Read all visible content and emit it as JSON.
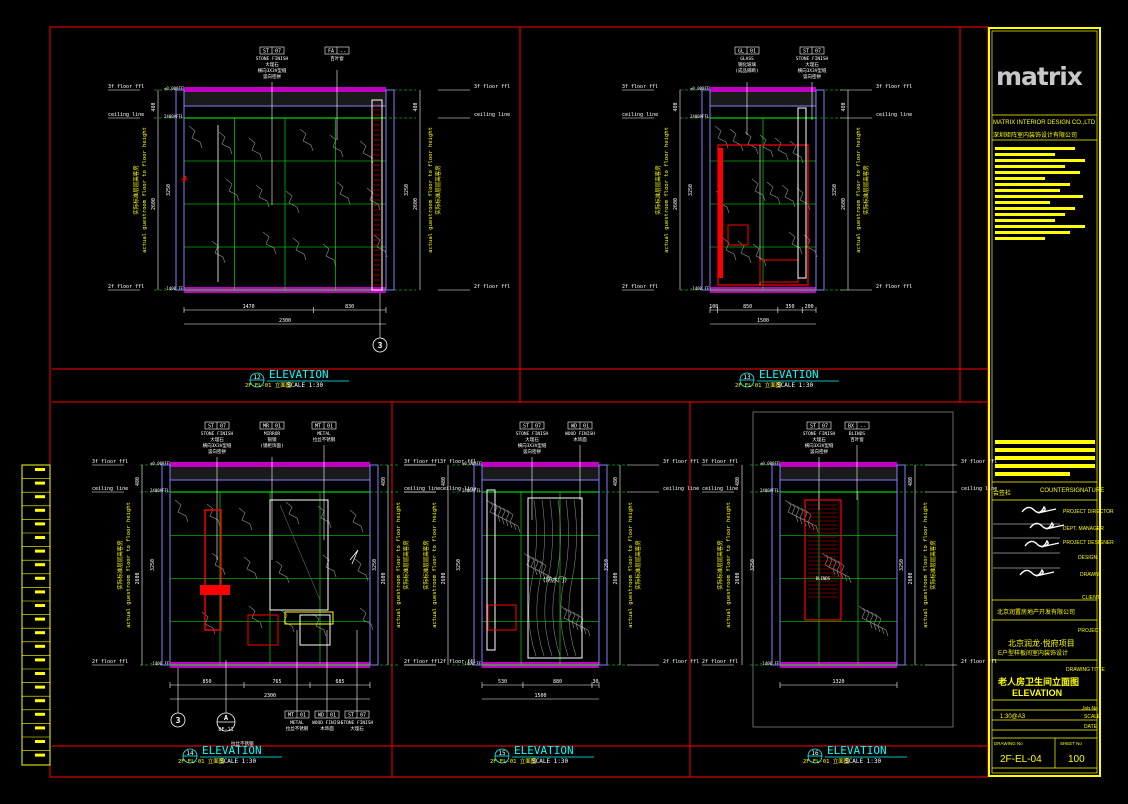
{
  "colors": {
    "bg": "#000000",
    "frame": "#ff0000",
    "wall": "#8080ff",
    "slab": "#c000c0",
    "tile": "#00ff00",
    "text": "#ffff00",
    "marble": "#808080",
    "white": "#ffffff",
    "cyan": "#00ffff"
  },
  "titleblock": {
    "logo": "matrix",
    "company_en": "MATRIX INTERIOR DESIGN CO.,LTD",
    "company_cn": "深圳矩阵室内装饰设计有限公司",
    "countersignature_cn": "会签栏",
    "countersignature": "COUNTERSIGNATURE",
    "roles": [
      "PROJECT DIRECTOR",
      "DEPT. MANAGER",
      "PROJECT DESIGNER",
      "DESIGN",
      "DRAWN"
    ],
    "client_label": "CLIENT",
    "client": "北京润置房地产开发有限公司",
    "project_label": "PROJECT",
    "project_1": "北京润龙·悦府项目",
    "project_2": "E户型样板间室内装饰设计",
    "drawing_title_label": "DRAWING TITLE",
    "drawing_title_cn": "老人房卫生间立面图",
    "drawing_title_en": "ELEVATION",
    "job_no_label": "Job No",
    "scale_value": "1:30@A3",
    "scale_label": "SCALE",
    "date_label": "DATE",
    "drawing_no_label": "DRAWING No",
    "sheet_no_label": "SHEET No",
    "drawing_no": "2F-EL-04",
    "sheet_no": "100"
  },
  "common": {
    "floor_3": "3f floor ffl",
    "ceiling": "ceiling line",
    "floor_2": "2f floor ffl",
    "ffl_label": "2400AFFL",
    "ffl_bottom": "-1400 FFL",
    "height_en": "actual guestroom floor to floor height",
    "height_cn": "实际标准层层高客房",
    "dim_top": "480",
    "dim_mid": "2600",
    "dim_total": "3250"
  },
  "views": [
    {
      "num": "12",
      "title": "ELEVATION",
      "ref": "2F-EL-01 立面图",
      "scale": "SCALE 1:30",
      "tags": [
        {
          "code": "ST|07",
          "l1": "STONE FINISH",
          "l2": "大理石",
          "l3": "横向3X3V型缝",
          "l4": "竖向密拼"
        },
        {
          "code": "FA|--",
          "l1": "百叶窗",
          "l2": "",
          "l3": "",
          "l4": ""
        }
      ],
      "dims": [
        "1470",
        "830"
      ],
      "total": "2300",
      "marker": "3"
    },
    {
      "num": "13",
      "title": "ELEVATION",
      "ref": "2F-EL-01 立面图",
      "scale": "SCALE 1:30",
      "tags": [
        {
          "code": "GL|01",
          "l1": "GLASS",
          "l2": "钢化玻璃",
          "l3": "(成品隔断)",
          "l4": ""
        },
        {
          "code": "ST|07",
          "l1": "STONE FINISH",
          "l2": "大理石",
          "l3": "横向3X3V型缝",
          "l4": "竖向密拼"
        }
      ],
      "dims": [
        "100",
        "850",
        "350",
        "200"
      ],
      "total": "1500",
      "marker": ""
    },
    {
      "num": "14",
      "title": "ELEVATION",
      "ref": "2F-EL-01 立面图",
      "scale": "SCALE 1:30",
      "tags": [
        {
          "code": "ST|07",
          "l1": "STONE FINISH",
          "l2": "大理石",
          "l3": "横向3X3V型缝",
          "l4": "竖向密拼"
        },
        {
          "code": "MR|01",
          "l1": "MIRROR",
          "l2": "银镜",
          "l3": "(镜柜饰面)",
          "l4": ""
        },
        {
          "code": "MT|01",
          "l1": "METAL",
          "l2": "拉丝不锈钢",
          "l3": "",
          "l4": ""
        }
      ],
      "dims": [
        "850",
        "765",
        "685"
      ],
      "total": "2300",
      "marker": "3"
    },
    {
      "num": "15",
      "title": "ELEVATION",
      "ref": "2F-EL-01 立面图",
      "scale": "SCALE 1:30",
      "tags": [
        {
          "code": "ST|07",
          "l1": "STONE FINISH",
          "l2": "大理石",
          "l3": "横向3X3V型缝",
          "l4": "竖向密拼"
        },
        {
          "code": "WD|01",
          "l1": "WOOD FINISH",
          "l2": "木饰面",
          "l3": "",
          "l4": ""
        }
      ],
      "dims": [
        "530",
        "880",
        "30"
      ],
      "total": "1500",
      "marker": ""
    },
    {
      "num": "16",
      "title": "ELEVATION",
      "ref": "2F-EL-01 立面图",
      "scale": "SCALE 1:30",
      "tags": [
        {
          "code": "ST|07",
          "l1": "STONE FINISH",
          "l2": "大理石",
          "l3": "横向3X3V型缝",
          "l4": "竖向密拼"
        },
        {
          "code": "BX|--",
          "l1": "BLINDS",
          "l2": "百叶窗",
          "l3": "",
          "l4": ""
        }
      ],
      "dims": [
        "1320"
      ],
      "total": "",
      "marker": ""
    }
  ],
  "bottom_tags": [
    {
      "code": "MT|01",
      "l1": "METAL",
      "l2": "拉丝不锈钢"
    },
    {
      "code": "WD|01",
      "l1": "WOOD FINISH",
      "l2": "木饰面"
    },
    {
      "code": "ST|07",
      "l1": "STONE FINISH",
      "l2": "大理石"
    }
  ],
  "section_marker": {
    "num": "A",
    "ref": "DE-11",
    "note": "拉丝不锈钢"
  },
  "door_label": "(防水门)"
}
